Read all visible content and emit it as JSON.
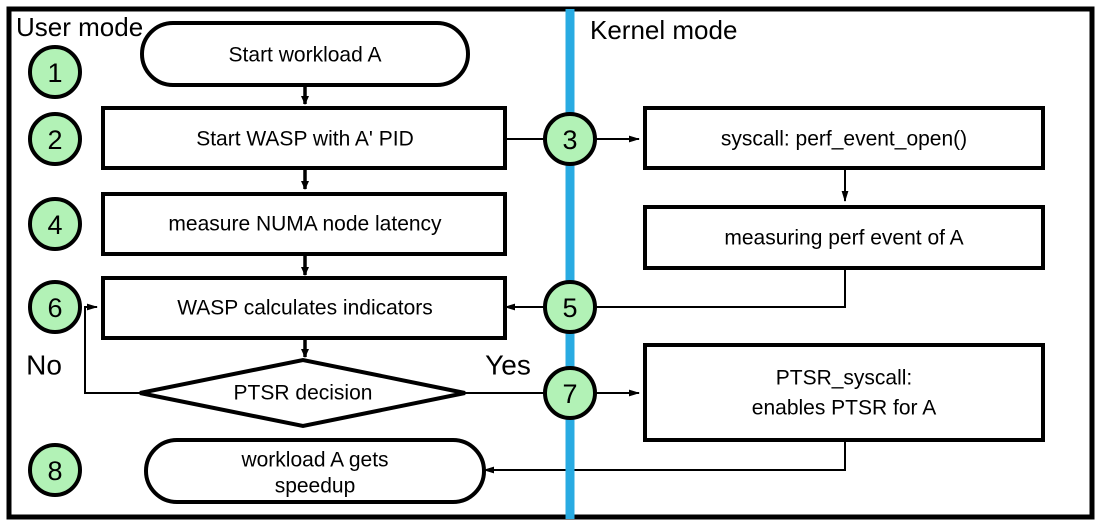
{
  "diagram": {
    "title_lanes": {
      "user_mode": "User mode",
      "kernel_mode": "Kernel mode"
    },
    "colors": {
      "badge_fill": "#b2f2b6",
      "divider": "#29abe2",
      "stroke": "#000000",
      "node_fill": "#ffffff",
      "background": "#ffffff"
    },
    "branch_labels": {
      "no": "No",
      "yes": "Yes"
    },
    "steps": [
      {
        "id": "1",
        "label": "1"
      },
      {
        "id": "2",
        "label": "2"
      },
      {
        "id": "3",
        "label": "3"
      },
      {
        "id": "4",
        "label": "4"
      },
      {
        "id": "5",
        "label": "5"
      },
      {
        "id": "6",
        "label": "6"
      },
      {
        "id": "7",
        "label": "7"
      },
      {
        "id": "8",
        "label": "8"
      }
    ],
    "nodes": {
      "start_workload": "Start workload A",
      "start_wasp": "Start WASP with A' PID",
      "measure_numa": "measure NUMA node latency",
      "wasp_calculates": "WASP calculates indicators",
      "ptsr_decision": "PTSR decision",
      "workload_speedup_line1": "workload A gets",
      "workload_speedup_line2": "speedup",
      "syscall_perf_open": "syscall: perf_event_open()",
      "measuring_perf_event": "measuring perf event of A",
      "ptsr_syscall_line1": "PTSR_syscall:",
      "ptsr_syscall_line2": "enables PTSR for A"
    }
  }
}
